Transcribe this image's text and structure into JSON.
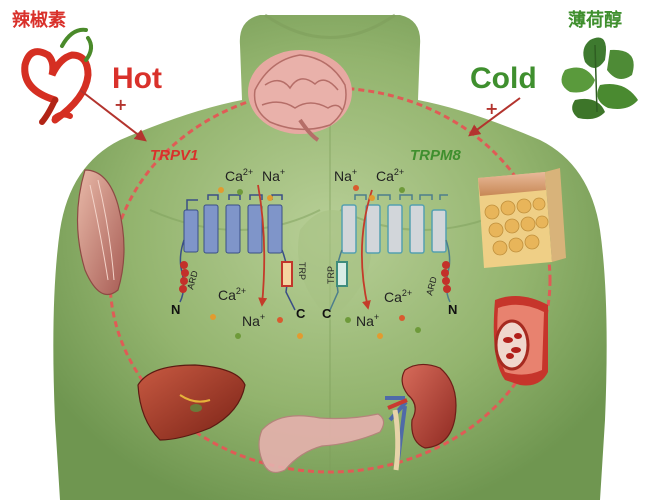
{
  "labels": {
    "capsaicin": "辣椒素",
    "menthol": "薄荷醇",
    "hot": "Hot",
    "cold": "Cold",
    "plus": "+",
    "trpv1": "TRPV1",
    "trpm8": "TRPM8",
    "ca_top_left": "Ca",
    "na_top_left": "Na",
    "na_top_right": "Na",
    "ca_top_right": "Ca",
    "ca_bottom_left": "Ca",
    "na_bottom_left": "Na",
    "na_bottom_right": "Na",
    "ca_bottom_right": "Ca",
    "sup_ca": "2+",
    "sup_na": "+",
    "n_left": "N",
    "c_left": "C",
    "c_right": "C",
    "n_right": "N",
    "ard_left": "ARD",
    "ard_right": "ARD",
    "trp_left": "TRP",
    "trp_right": "TRP"
  },
  "colors": {
    "hot": "#d9312b",
    "cold": "#3f8f2e",
    "body": "#8fb26a",
    "body_dark": "#6f9650",
    "trpv1_helix": "#7f95c9",
    "trpm8_helix": "#c9ced4",
    "circle": "#e05b56",
    "arrow": "#b3342e"
  }
}
